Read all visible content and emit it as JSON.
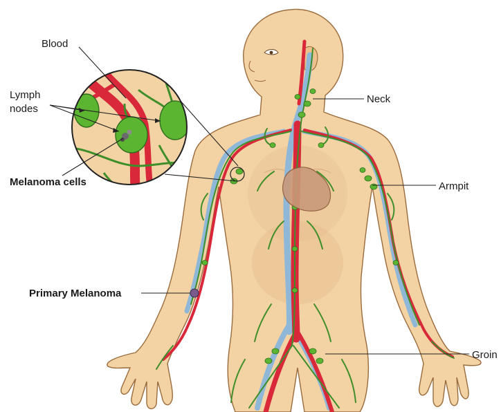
{
  "labels": {
    "blood": "Blood",
    "lymph_line1": "Lymph",
    "lymph_line2": "nodes",
    "melanoma_cells": "Melanoma cells",
    "neck": "Neck",
    "armpit": "Armpit",
    "primary_melanoma": "Primary Melanoma",
    "groin": "Groin"
  },
  "colors": {
    "skin": "#f3d2a4",
    "skin_outline": "#9a6b3c",
    "artery": "#d8283a",
    "vein": "#8fb8d8",
    "lymph": "#3e8e2a",
    "node": "#5cb530",
    "heart": "#c99a7a"
  }
}
